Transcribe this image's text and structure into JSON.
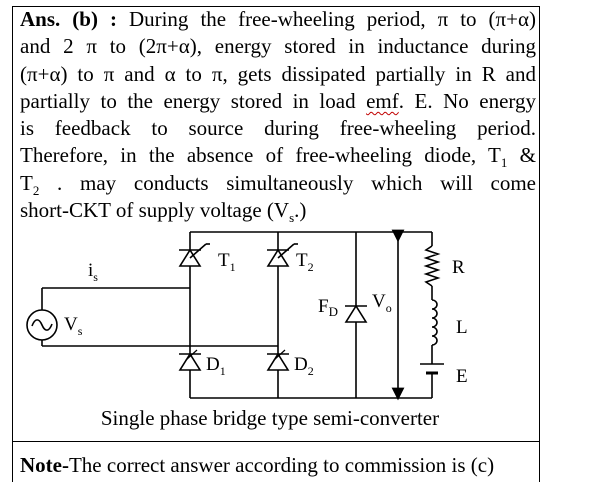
{
  "answer": {
    "lines": [
      {
        "lead": "Ans. (b) :",
        "text": " During the free-wheeling period, π to (π+α)"
      },
      {
        "text": "and 2 π to (2π+α), energy stored in inductance during"
      },
      {
        "text": "(π+α) to π and α to π, gets dissipated partially in R and"
      },
      {
        "pre": "partially to the energy stored in load ",
        "wavy": "emf",
        "post": ". E. No energy"
      },
      {
        "text": "is feedback to source during free-wheeling period."
      },
      {
        "pre": "Therefore, in the absence of free-wheeling diode, T",
        "sub": "1",
        "post": " &"
      },
      {
        "pre": "T",
        "sub": "2",
        "post": " . may conducts simultaneously which will come"
      },
      {
        "pre": "short-CKT of supply voltage (V",
        "sub": "s",
        "post": ".)"
      }
    ]
  },
  "circuit": {
    "labels": {
      "t1": "T",
      "t1_sub": "1",
      "t2": "T",
      "t2_sub": "2",
      "d1": "D",
      "d1_sub": "1",
      "d2": "D",
      "d2_sub": "2",
      "fd": "F",
      "fd_sub": "D",
      "vo": "V",
      "vo_sub": "o",
      "is": "i",
      "is_sub": "s",
      "vs": "V",
      "vs_sub": "s",
      "r": "R",
      "l": "L",
      "e": "E"
    },
    "caption": "Single phase bridge type semi-converter"
  },
  "note": {
    "lead": "Note-",
    "text": "The correct answer according to commission is (c)"
  }
}
